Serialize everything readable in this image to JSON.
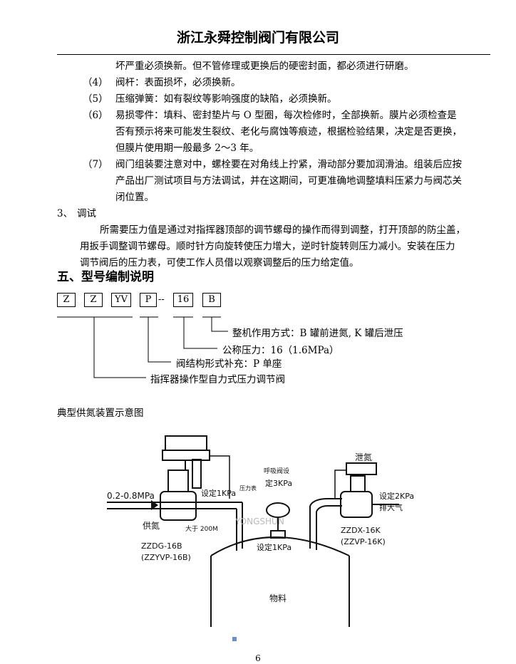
{
  "header": {
    "company": "浙江永舜控制阀门有限公司"
  },
  "body_lines": [
    {
      "text": "坏严重必须换新。但不管修理或更换后的硬密封面，都必须进行研磨。"
    },
    {
      "num": "（4）",
      "text": "阀杆：表面损坏，必须换新。"
    },
    {
      "num": "（5）",
      "text": "压缩弹簧：如有裂纹等影响强度的缺陷，必须换新。"
    },
    {
      "num": "（6）",
      "text": "易损零件：填料、密封垫片与 O 型圈，每次检修时，全部换新。膜片必须检查是"
    },
    {
      "text": "否有预示将来可能发生裂纹、老化与腐蚀等痕迹，根据检验结果，决定是否更换，"
    },
    {
      "text": "但膜片使用期一般最多 2～3 年。"
    },
    {
      "num": "（7）",
      "text": "阀门组装要注意对中，螺栓要在对角线上拧紧，滑动部分要加润滑油。组装后应按"
    },
    {
      "text": "产品出厂测试项目与方法调试，并在这期间，可更准确地调整填料压紧力与阀芯关"
    },
    {
      "text": "闭位置。"
    },
    {
      "num": "3、",
      "text": "调试"
    },
    {
      "text": "所需要压力值是通过对指挥器顶部的调节螺母的操作而得到调整，打开顶部的防尘盖，"
    },
    {
      "text": "用扳手调整调节螺母。顺时针方向旋转使压力增大，逆时针旋转则压力减小。安装在压力"
    },
    {
      "text": "调节阀后的压力表，可使工作人员借以观察调整后的压力给定值。"
    }
  ],
  "section_title": "五、型号编制说明",
  "model_codes": [
    "Z",
    "Z",
    "YV",
    "P",
    "16",
    "B"
  ],
  "model_separator": "--",
  "legend": [
    "整机作用方式：B 罐前进氮, K 罐后泄压",
    "公称压力：16（1.6MPa）",
    "阀结构形式补充：P   单座",
    "指挥器操作型自力式压力调节阀"
  ],
  "diagram_caption": "典型供氮装置示意图",
  "diagram": {
    "inlet_pressure": "0.2-0.8MPa",
    "supply_label": "供氮",
    "set_1kpa_left": "设定1KPa",
    "gauge_label": "压力表",
    "distance_label": "大于 200M",
    "left_model": "ZZDG-16B",
    "left_model_alt": "(ZZYVP-16B)",
    "breather_label_1": "呼吸阀设",
    "breather_label_2": "定3KPa",
    "tank_set": "设定1KPa",
    "material": "物料",
    "vent_label": "泄氮",
    "set_2kpa": "设定2KPa",
    "to_atmosphere": "排大气",
    "right_model": "ZZDX-16K",
    "right_model_alt": "(ZZVP-16K)",
    "watermark": "YONGSHUN"
  },
  "page_number": "6"
}
